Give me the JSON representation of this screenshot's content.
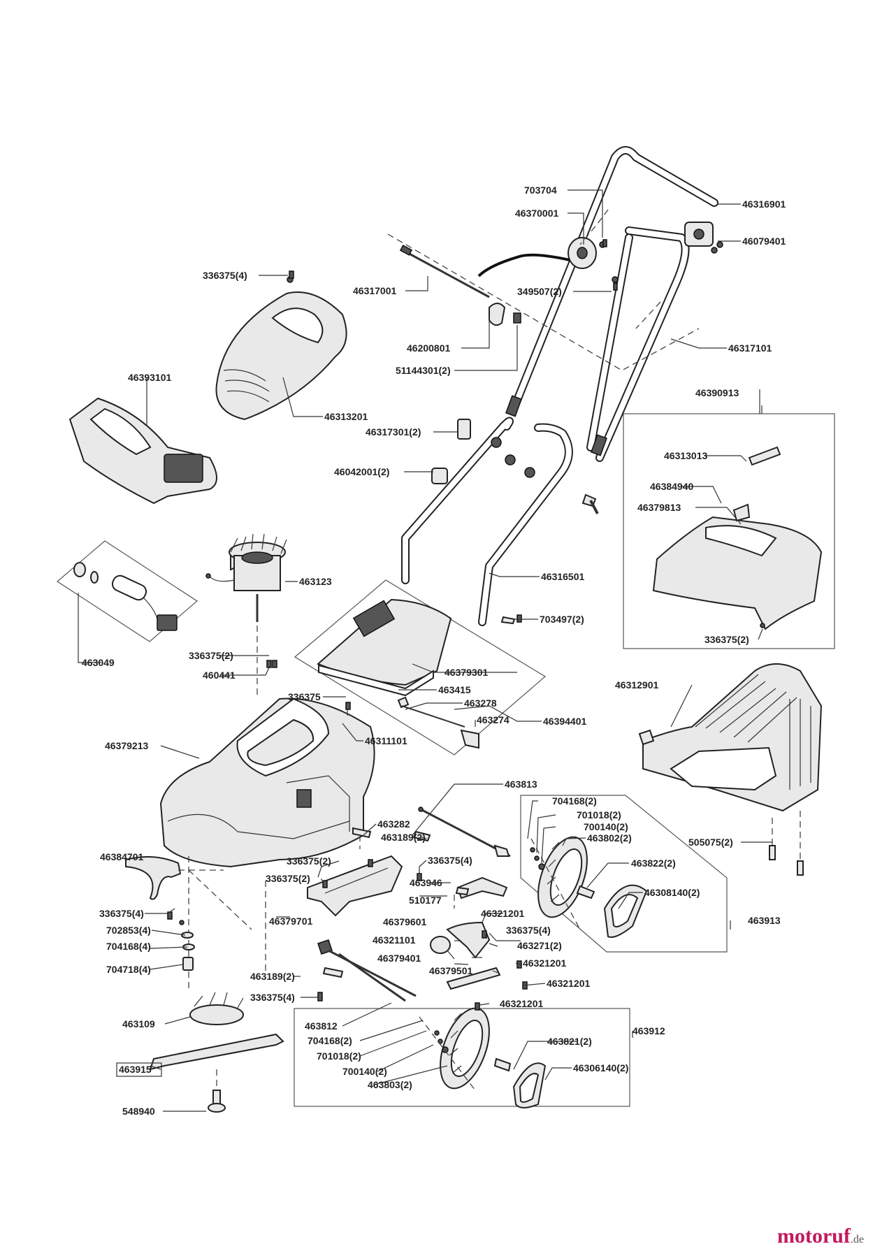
{
  "diagram": {
    "labels": {
      "l_703704": "703704",
      "l_46370001": "46370001",
      "l_46316901": "46316901",
      "l_46079401": "46079401",
      "l_336375_4_top": "336375(4)",
      "l_46317001": "46317001",
      "l_349507_2": "349507(2)",
      "l_46200801": "46200801",
      "l_51144301_2": "51144301(2)",
      "l_46317101": "46317101",
      "l_46393101": "46393101",
      "l_46313201": "46313201",
      "l_46317301_2": "46317301(2)",
      "l_46042001_2": "46042001(2)",
      "l_46390913": "46390913",
      "l_46313013": "46313013",
      "l_46384940": "46384940",
      "l_46379813": "46379813",
      "l_463123": "463123",
      "l_46316501": "46316501",
      "l_703497_2": "703497(2)",
      "l_336375_2_grass": "336375(2)",
      "l_463049": "463049",
      "l_336375_2_motor": "336375(2)",
      "l_460441": "460441",
      "l_46379301": "46379301",
      "l_46312901": "46312901",
      "l_336375_a": "336375",
      "l_463415": "463415",
      "l_463278": "463278",
      "l_463274": "463274",
      "l_46394401": "46394401",
      "l_46379213": "46379213",
      "l_46311101": "46311101",
      "l_463813": "463813",
      "l_463282": "463282",
      "l_704168_2_r": "704168(2)",
      "l_463189_2_a": "463189(2)",
      "l_701018_2_r": "701018(2)",
      "l_700140_2_r": "700140(2)",
      "l_463802_2": "463802(2)",
      "l_505075_2": "505075(2)",
      "l_46384701": "46384701",
      "l_336375_2_b": "336375(2)",
      "l_336375_4_b": "336375(4)",
      "l_463822_2": "463822(2)",
      "l_336375_2_c": "336375(2)",
      "l_463946": "463946",
      "l_46308140_2": "46308140(2)",
      "l_336375_4_c": "336375(4)",
      "l_510177": "510177",
      "l_46321201_a": "46321201",
      "l_46379701": "46379701",
      "l_46379601": "46379601",
      "l_463913": "463913",
      "l_702853_4": "702853(4)",
      "l_336375_4_d": "336375(4)",
      "l_704168_4": "704168(4)",
      "l_46321101": "46321101",
      "l_463271_2": "463271(2)",
      "l_46379401": "46379401",
      "l_46321201_b": "46321201",
      "l_704718_4": "704718(4)",
      "l_46379501": "46379501",
      "l_46321201_c": "46321201",
      "l_463189_2_b": "463189(2)",
      "l_336375_4_e": "336375(4)",
      "l_46321201_d": "46321201",
      "l_463109": "463109",
      "l_463812": "463812",
      "l_463912": "463912",
      "l_704168_2_l": "704168(2)",
      "l_463821_2": "463821(2)",
      "l_701018_2_l": "701018(2)",
      "l_463915": "463915",
      "l_46306140_2": "46306140(2)",
      "l_700140_2_l": "700140(2)",
      "l_463803_2": "463803(2)",
      "l_548940": "548940"
    },
    "brand": "motoruf",
    "brand_tld": ".de",
    "colors": {
      "brand": "#c2185b",
      "line": "#333333"
    }
  }
}
